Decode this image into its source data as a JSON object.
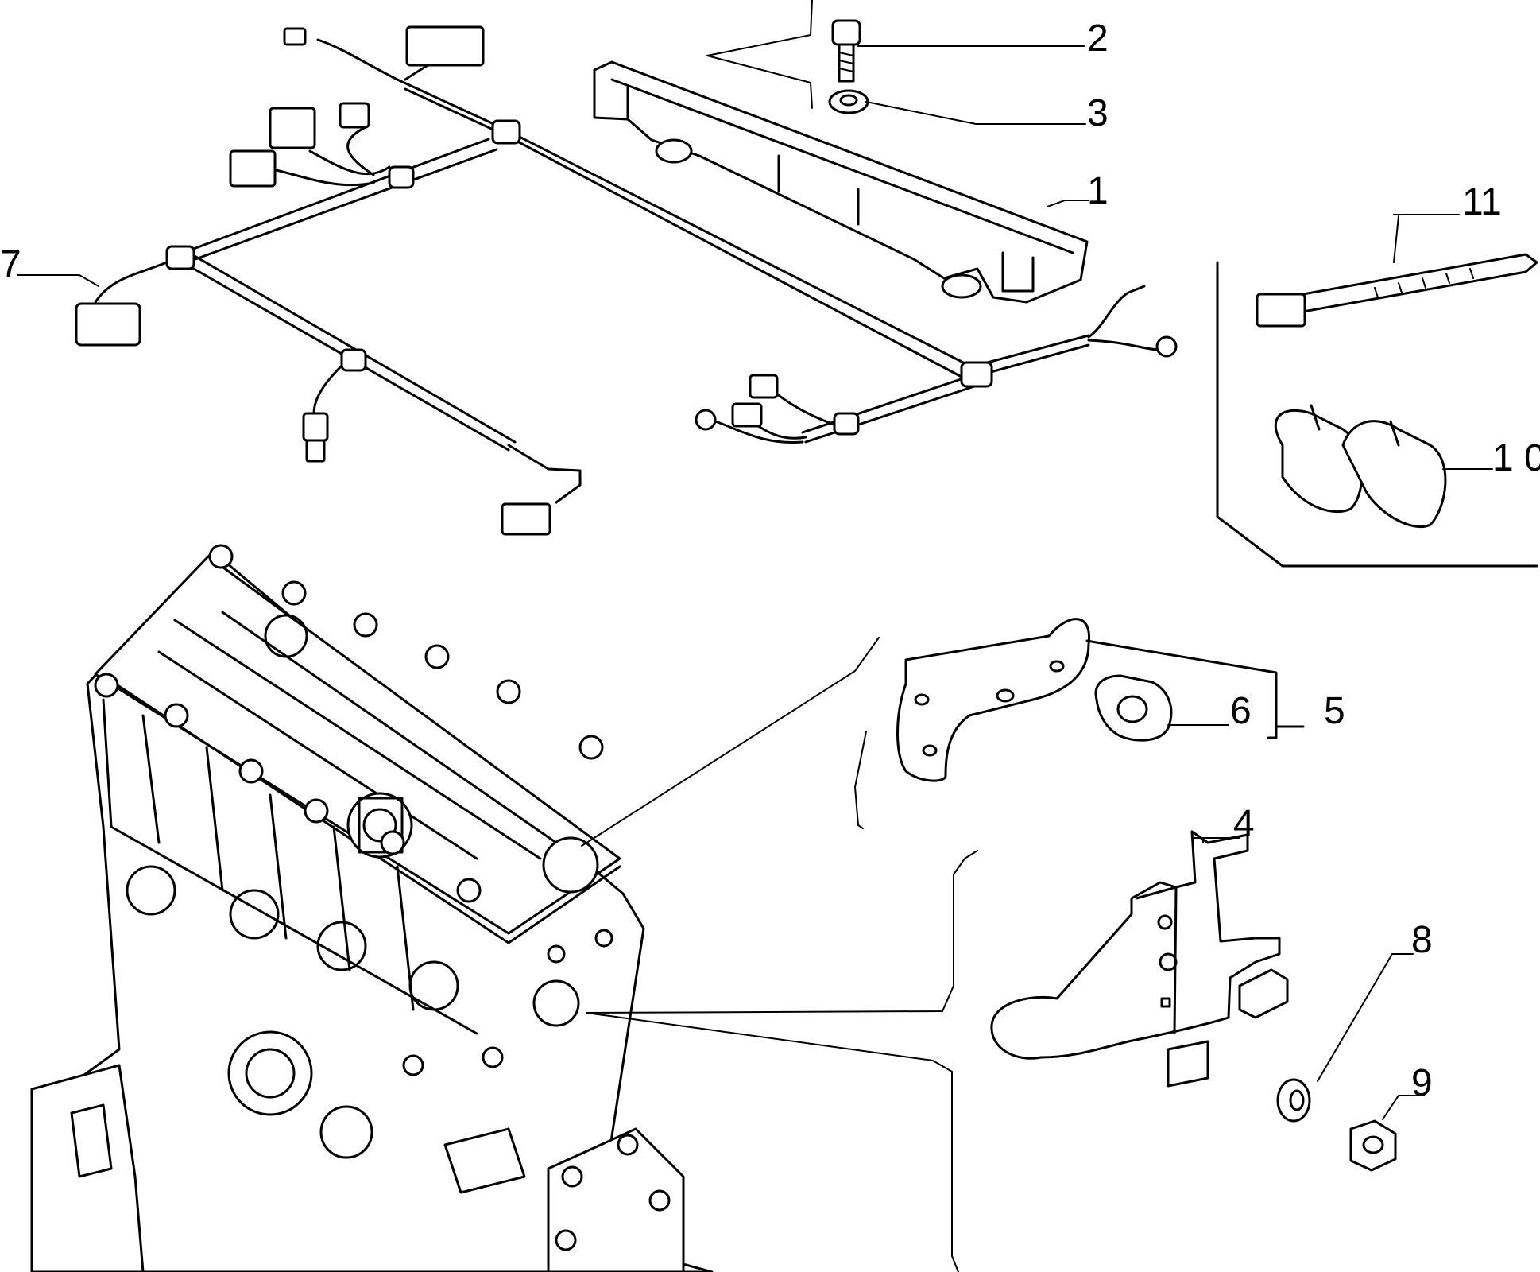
{
  "callouts": {
    "c1": "1",
    "c2": "2",
    "c3": "3",
    "c4": "4",
    "c5": "5",
    "c6": "6",
    "c7": "7",
    "c8": "8",
    "c9": "9",
    "c10": "1 0",
    "c11": "11"
  }
}
